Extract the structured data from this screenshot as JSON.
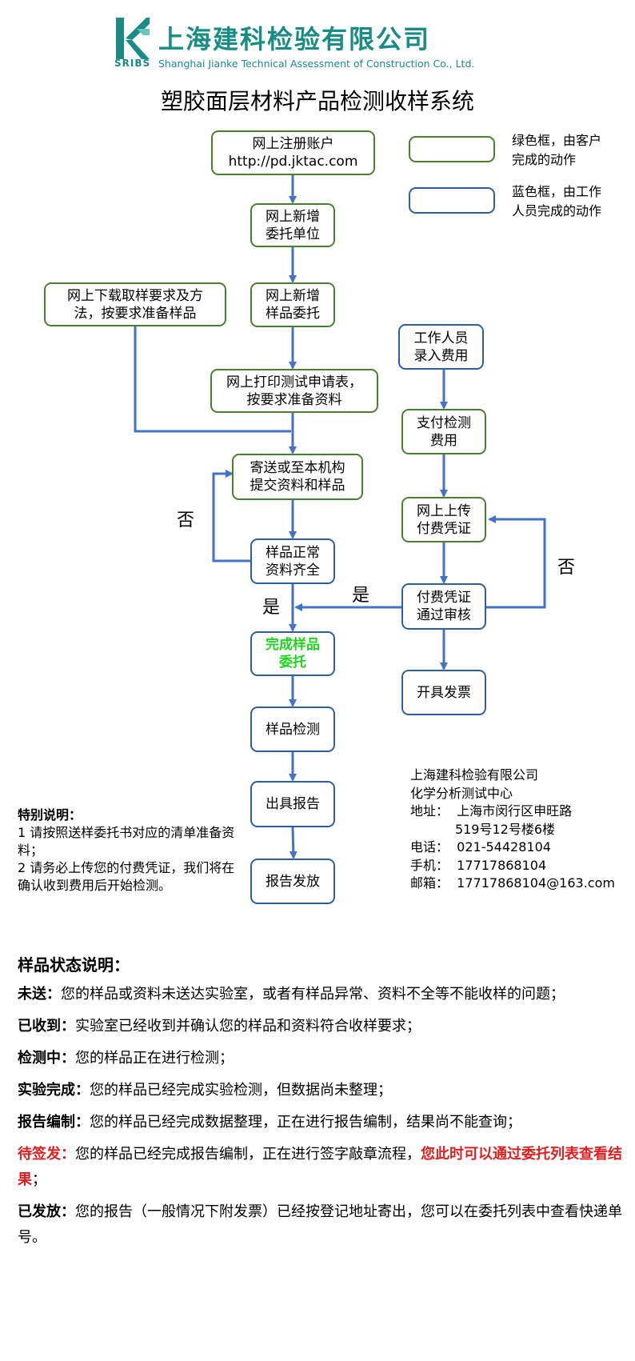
{
  "header": {
    "logo_abbr": "SRIBS",
    "company_cn": "上海建科检验有限公司",
    "company_en": "Shanghai Jianke Technical Assessment of Construction Co., Ltd.",
    "title": "塑胶面层材料产品检测收样系统"
  },
  "legend": {
    "green": "绿色框，由客户\n完成的动作",
    "blue": "蓝色框，由工作\n人员完成的动作"
  },
  "flow": {
    "register": "网上注册账户\nhttp://pd.jktac.com",
    "new_unit": "网上新增\n委托单位",
    "download": "网上下载取样要求及方\n法，按要求准备样品",
    "new_sample": "网上新增\n样品委托",
    "print_form": "网上打印测试申请表，\n按要求准备资料",
    "send": "寄送或至本机构\n提交资料和样品",
    "check_sample": "样品正常\n资料齐全",
    "complete": "完成样品\n委托",
    "test": "样品检测",
    "report": "出具报告",
    "issue": "报告发放",
    "staff_fee": "工作人员\n录入费用",
    "pay": "支付检测\n费用",
    "upload": "网上上传\n付费凭证",
    "verify": "付费凭证\n通过审核",
    "invoice": "开具发票",
    "label_no_left": "否",
    "label_yes_left": "是",
    "label_yes_mid": "是",
    "label_no_right": "否"
  },
  "notes": {
    "title": "特别说明：",
    "items": [
      "1 请按照送样委托书对应的清单准备资料；",
      "2 请务必上传您的付费凭证，我们将在确认收到费用后开始检测。"
    ]
  },
  "contact": {
    "company": "上海建科检验有限公司",
    "center": "化学分析测试中心",
    "address_1": "地址：  上海市闵行区申旺路",
    "address_2": "           519号12号楼6楼",
    "phone": "电话：  021-54428104",
    "mobile": "手机：  17717868104",
    "email": "邮箱：  17717868104@163.com"
  },
  "status": {
    "title": "样品状态说明：",
    "items": [
      {
        "term": "未送：",
        "text": "您的样品或资料未送达实验室，或者有样品异常、资料不全等不能收样的问题；"
      },
      {
        "term": "已收到：",
        "text": "实验室已经收到并确认您的样品和资料符合收样要求；"
      },
      {
        "term": "检测中：",
        "text": "您的样品正在进行检测；"
      },
      {
        "term": "实验完成：",
        "text": "您的样品已经完成实验检测，但数据尚未整理；"
      },
      {
        "term": "报告编制：",
        "text": "您的样品已经完成数据整理，正在进行报告编制，结果尚不能查询；"
      },
      {
        "term": "待签发：",
        "text": "您的样品已经完成报告编制，正在进行签字敲章流程，",
        "emphasis": "您此时可以通过委托列表查看结果",
        "tail": "；"
      },
      {
        "term": "已发放：",
        "text": "您的报告（一般情况下附发票）已经按登记地址寄出，您可以在委托列表中查看快递单号。"
      }
    ]
  },
  "colors": {
    "brand": "#1a8c86",
    "customer_box": "#4a7f2f",
    "staff_box": "#2e5e9e",
    "arrow": "#4472c4",
    "complete_text": "#1fd61f",
    "highlight": "#e02020"
  }
}
